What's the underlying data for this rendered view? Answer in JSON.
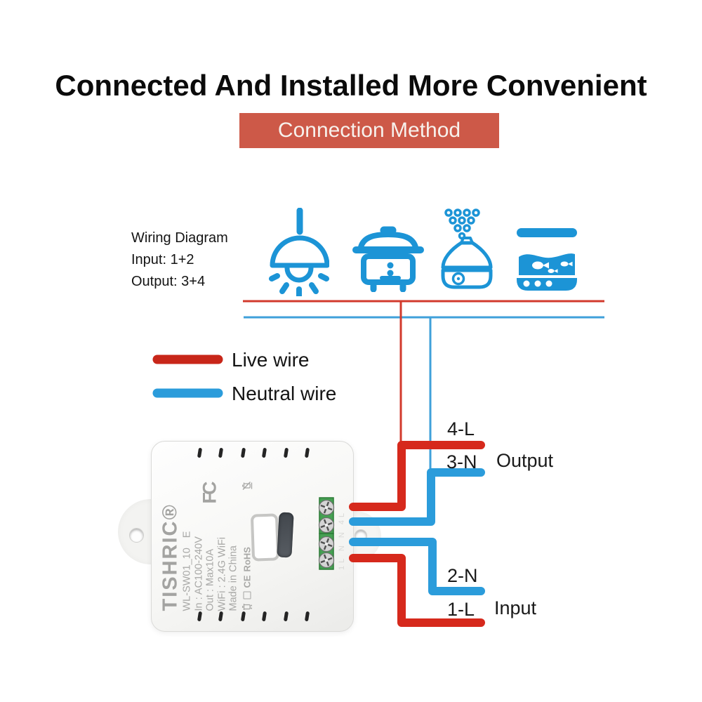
{
  "page": {
    "title": "Connected And Installed More Convenient",
    "banner": "Connection Method"
  },
  "wiring_info": {
    "title": "Wiring Diagram",
    "input": "Input: 1+2",
    "output": "Output: 3+4"
  },
  "appliance_icons": [
    "pendant-lamp",
    "rice-cooker",
    "aroma-diffuser",
    "fish-tank"
  ],
  "legend": {
    "live": "Live wire",
    "neutral": "Neutral wire"
  },
  "wire_labels": {
    "t4": "4-L",
    "t3": "3-N",
    "output": "Output",
    "t2": "2-N",
    "t1": "1-L",
    "input": "Input"
  },
  "device": {
    "brand": "TISHRIC®",
    "model": "WL-SW01_10",
    "model_suffix": "E",
    "spec_in": "In : AC100-240V",
    "spec_out": "Out : Max10A",
    "spec_wifi": "WiFi : 2.4G WiFi",
    "origin": "Made in China",
    "cert_ce": "CE",
    "cert_rohs": "RoHS",
    "fcc": "FC",
    "terminal_embossed": "1L  N  N  4L"
  },
  "colors": {
    "banner_bg": "#cd5948",
    "live_wire": "#d6291c",
    "neutral_wire": "#2b9cdb",
    "icon_blue": "#1c94d6",
    "terminal_green": "#45a052",
    "device_text": "#a8a8a6"
  }
}
